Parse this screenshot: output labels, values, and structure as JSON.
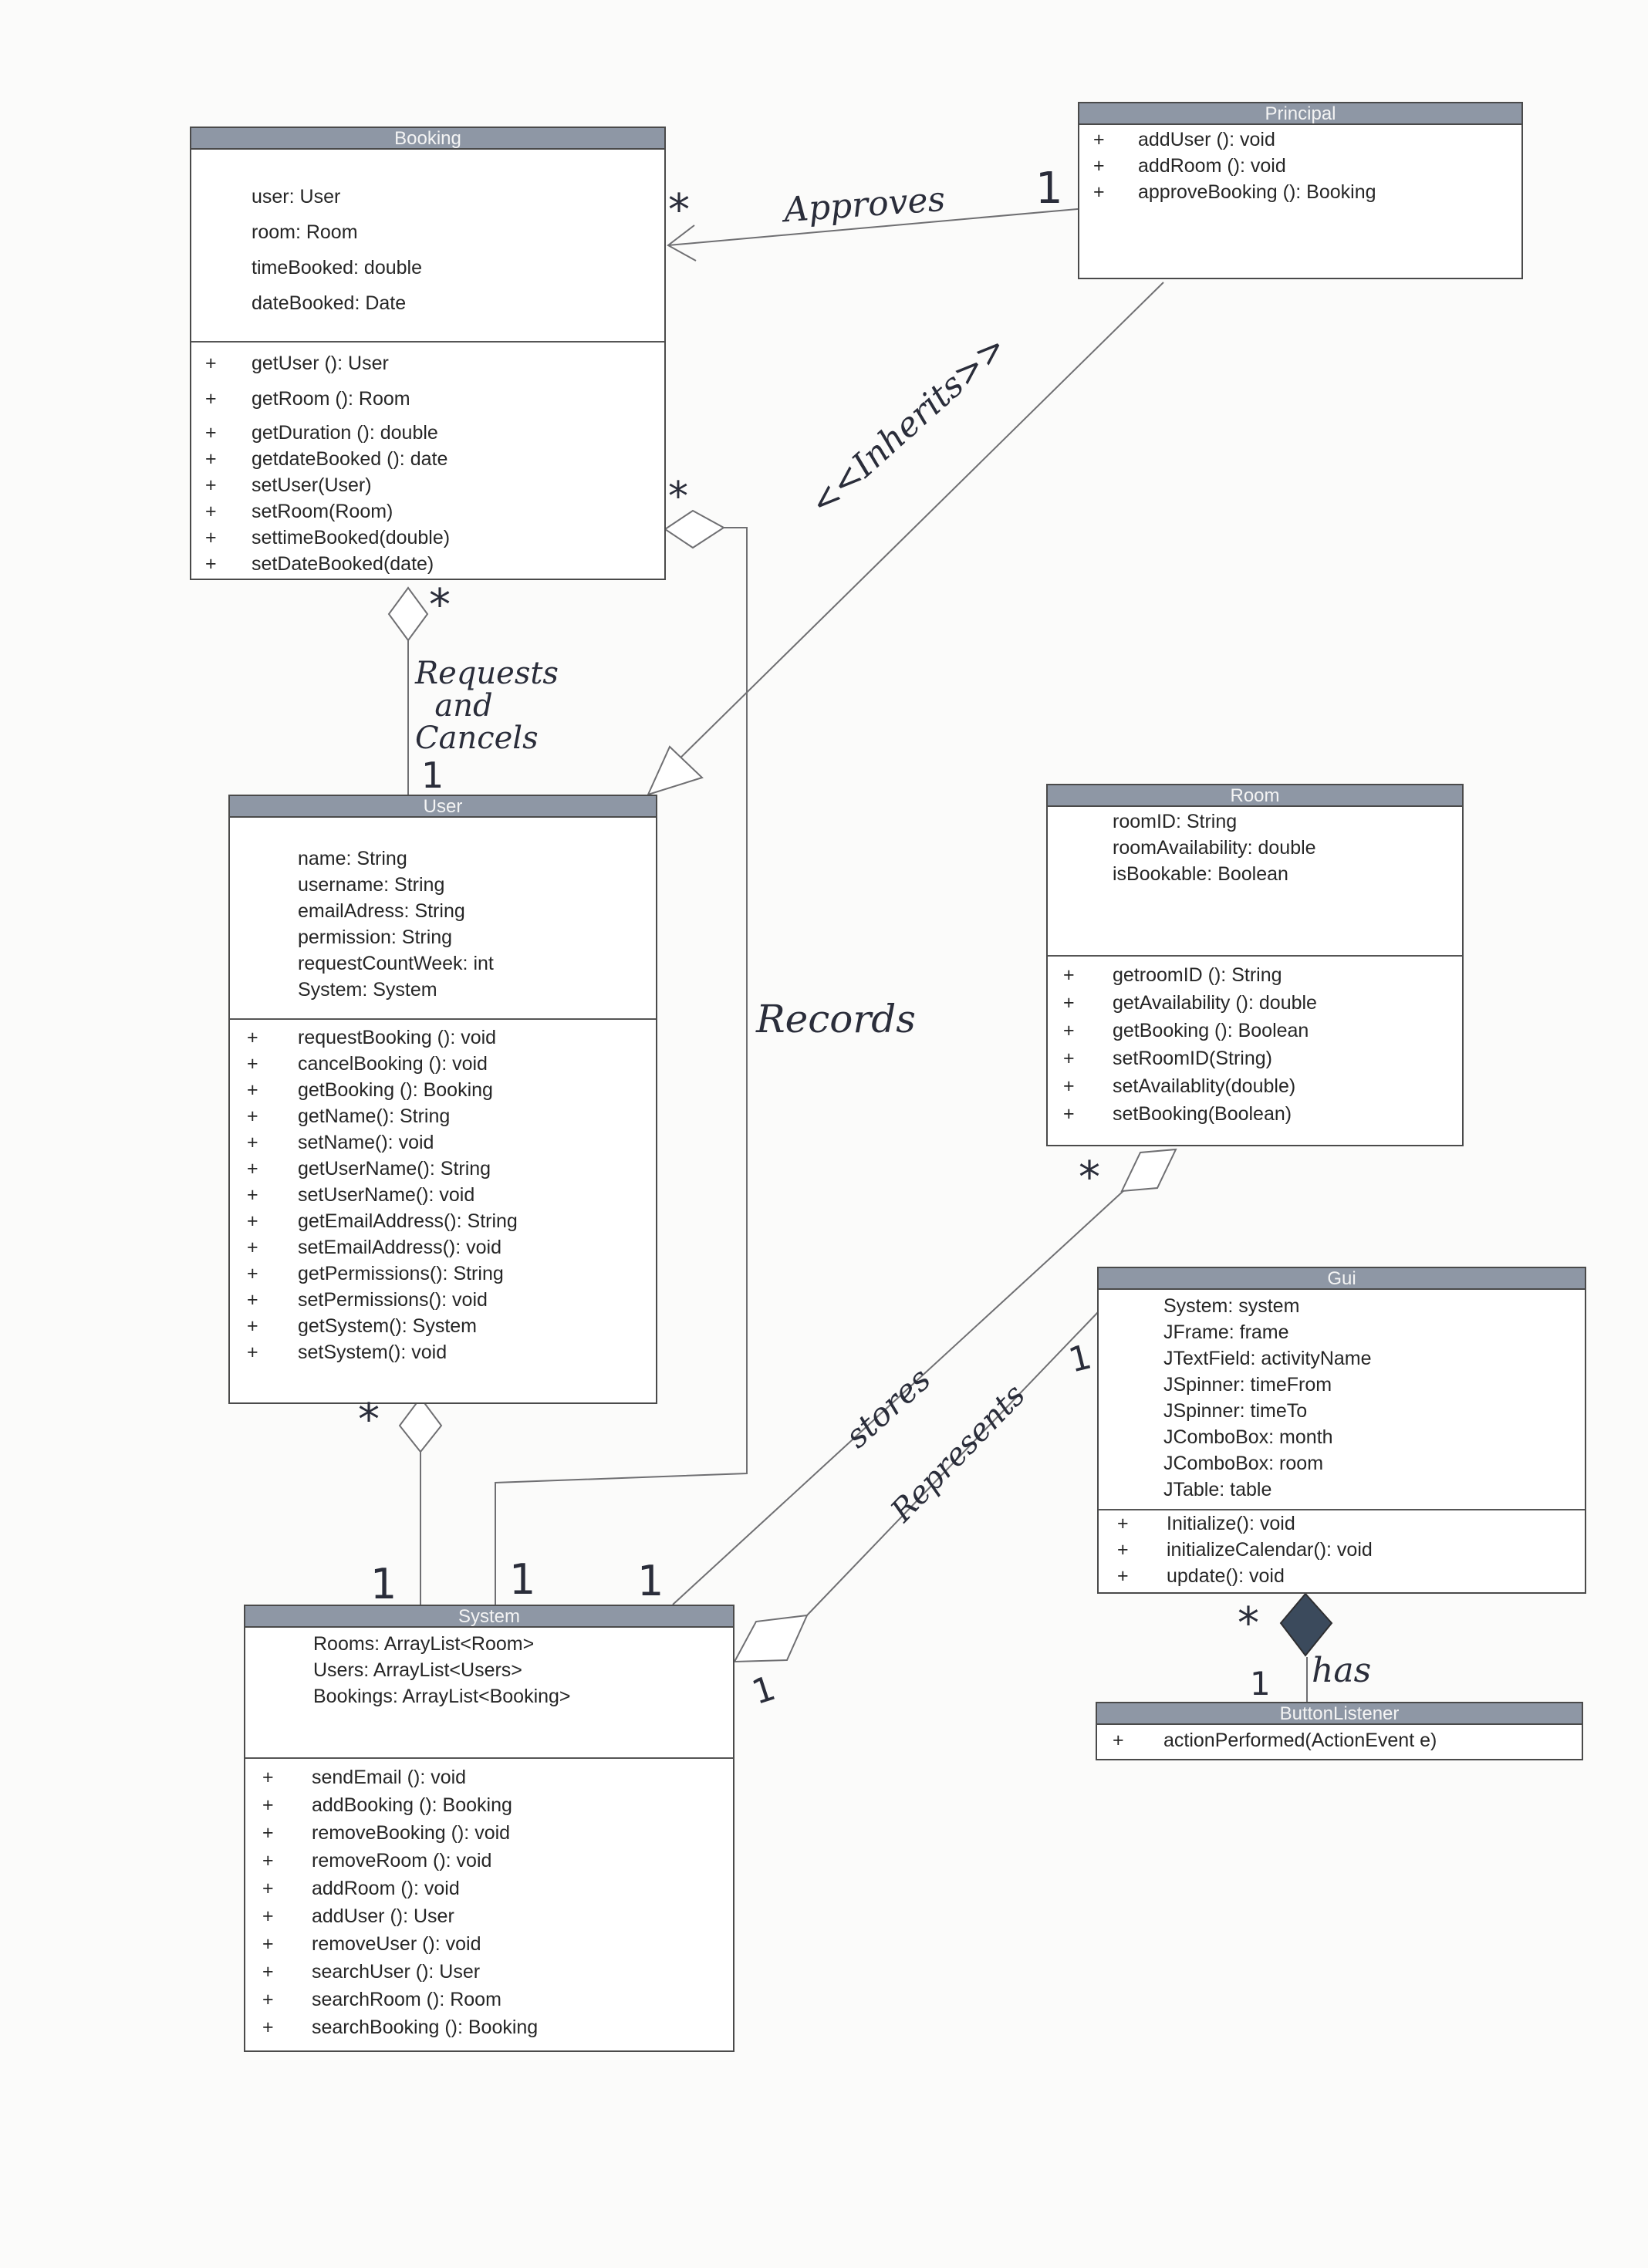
{
  "classes": {
    "booking": {
      "name": "Booking",
      "attributes": [
        "user: User",
        "room: Room",
        "timeBooked: double",
        "dateBooked: Date"
      ],
      "methods": [
        "getUser (): User",
        "getRoom (): Room",
        "getDuration (): double",
        "getdateBooked (): date",
        "setUser(User)",
        "setRoom(Room)",
        "settimeBooked(double)",
        "setDateBooked(date)"
      ]
    },
    "principal": {
      "name": "Principal",
      "methods": [
        "addUser (): void",
        "addRoom (): void",
        "approveBooking (): Booking"
      ]
    },
    "user": {
      "name": "User",
      "attributes": [
        "name: String",
        "username: String",
        "emailAdress: String",
        "permission: String",
        "requestCountWeek: int",
        "System: System"
      ],
      "methods": [
        "requestBooking (): void",
        "cancelBooking (): void",
        "getBooking (): Booking",
        "getName(): String",
        "setName(): void",
        "getUserName(): String",
        "setUserName(): void",
        "getEmailAddress(): String",
        "setEmailAddress(): void",
        "getPermissions(): String",
        "setPermissions(): void",
        "getSystem(): System",
        "setSystem(): void"
      ]
    },
    "room": {
      "name": "Room",
      "attributes": [
        "roomID: String",
        "roomAvailability: double",
        "isBookable: Boolean"
      ],
      "methods": [
        "getroomID (): String",
        "getAvailability (): double",
        "getBooking (): Boolean",
        "setRoomID(String)",
        "setAvailablity(double)",
        "setBooking(Boolean)"
      ]
    },
    "gui": {
      "name": "Gui",
      "attributes": [
        "System: system",
        "JFrame: frame",
        "JTextField: activityName",
        "JSpinner: timeFrom",
        "JSpinner: timeTo",
        "JComboBox: month",
        "JComboBox: room",
        "JTable: table"
      ],
      "methods": [
        "Initialize(): void",
        "initializeCalendar(): void",
        "update(): void"
      ]
    },
    "system": {
      "name": "System",
      "attributes": [
        "Rooms: ArrayList<Room>",
        "Users: ArrayList<Users>",
        "Bookings: ArrayList<Booking>"
      ],
      "methods": [
        "sendEmail (): void",
        "addBooking (): Booking",
        "removeBooking (): void",
        "removeRoom (): void",
        "addRoom (): void",
        "addUser (): User",
        "removeUser (): void",
        "searchUser (): User",
        "searchRoom (): Room",
        "searchBooking (): Booking"
      ]
    },
    "buttonlistener": {
      "name": "ButtonListener",
      "methods": [
        "actionPerformed(ActionEvent e)"
      ]
    }
  },
  "visibility_symbol": "+",
  "labels": {
    "approves": "Approves",
    "inherits": "<<Inherits>>",
    "requests": "Requests\n  and\nCancels",
    "records": "Records",
    "stores": "stores",
    "represents": "Represents",
    "has": "has"
  },
  "multiplicities": {
    "approves_booking": "*",
    "approves_principal": "1",
    "records_booking": "*",
    "requests_booking": "*",
    "requests_user": "1",
    "user_system_user": "*",
    "user_system_system": "1",
    "records_system": "1",
    "stores_system": "1",
    "stores_room": "*",
    "represents_gui": "1",
    "represents_system": "1",
    "has_gui": "*",
    "has_button": "1"
  },
  "colors": {
    "header": "#8e97a5",
    "line": "#6f6f72",
    "ink": "#2a2d3a",
    "composition_fill": "#3b4a5c"
  }
}
